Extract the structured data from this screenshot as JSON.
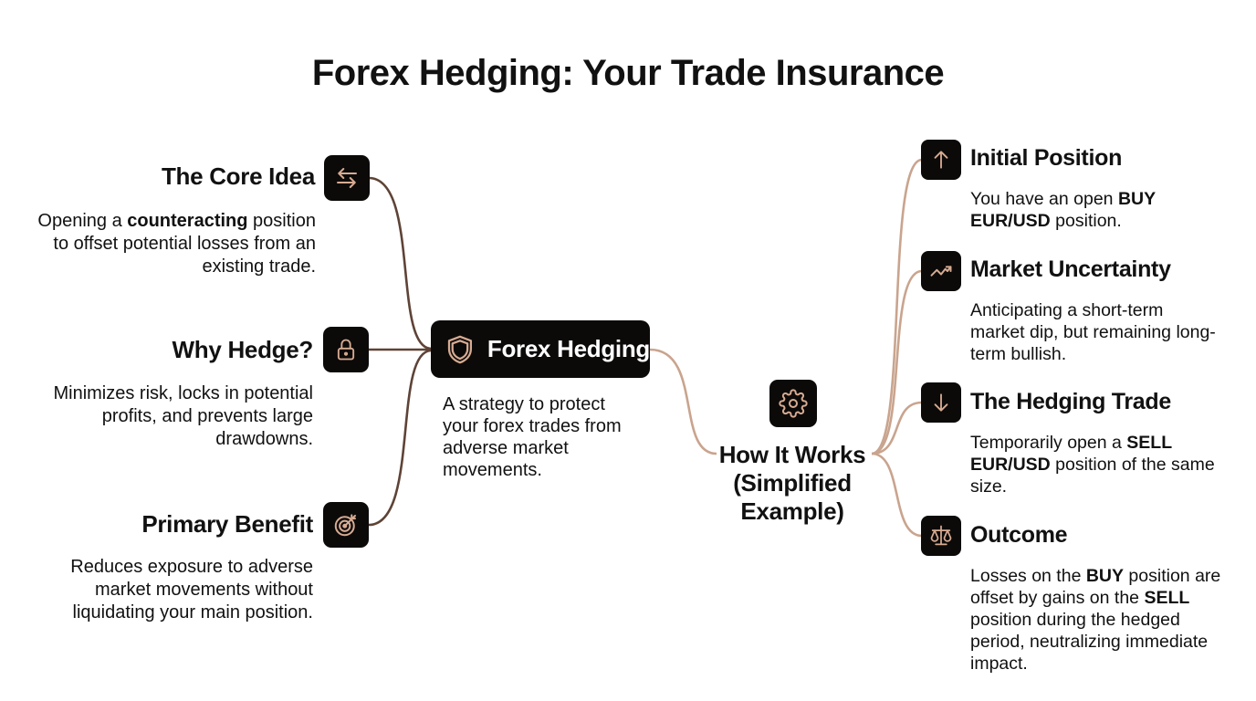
{
  "title": "Forex Hedging: Your Trade Insurance",
  "center": {
    "label": "Forex Hedging",
    "description": "A strategy to protect your forex trades from adverse market movements.",
    "icon": "shield-icon"
  },
  "left_nodes": [
    {
      "heading": "The Core Idea",
      "icon": "arrows-swap-icon",
      "description": [
        {
          "text": "Opening a "
        },
        {
          "text": "counteracting",
          "bold": true
        },
        {
          "text": " position to offset potential losses from an existing trade."
        }
      ]
    },
    {
      "heading": "Why Hedge?",
      "icon": "lock-icon",
      "description": [
        {
          "text": "Minimizes risk, locks in potential profits, and prevents large drawdowns."
        }
      ]
    },
    {
      "heading": "Primary Benefit",
      "icon": "target-icon",
      "description": [
        {
          "text": "Reduces exposure to adverse market movements without liquidating your main position."
        }
      ]
    }
  ],
  "how_it_works": {
    "label": "How It Works (Simplified Example)",
    "icon": "gear-icon"
  },
  "steps": [
    {
      "heading": "Initial Position",
      "icon": "arrow-up-icon",
      "description": [
        {
          "text": "You have an open "
        },
        {
          "text": "BUY EUR/USD",
          "bold": true
        },
        {
          "text": " position."
        }
      ]
    },
    {
      "heading": "Market Uncertainty",
      "icon": "trend-icon",
      "description": [
        {
          "text": "Anticipating a short-term market dip, but remaining long-term bullish."
        }
      ]
    },
    {
      "heading": "The Hedging Trade",
      "icon": "arrow-down-icon",
      "description": [
        {
          "text": "Temporarily open a "
        },
        {
          "text": "SELL EUR/USD",
          "bold": true
        },
        {
          "text": " position of the same size."
        }
      ]
    },
    {
      "heading": "Outcome",
      "icon": "scales-icon",
      "description": [
        {
          "text": "Losses on the "
        },
        {
          "text": "BUY",
          "bold": true
        },
        {
          "text": " position are offset by gains on the "
        },
        {
          "text": "SELL",
          "bold": true
        },
        {
          "text": " position during the hedged period, neutralizing immediate impact."
        }
      ]
    }
  ],
  "colors": {
    "dark_link": "#5e4336",
    "light_link": "#c9a48e",
    "icon_stroke": "#d7ab92",
    "node_bg": "#0c0a09"
  }
}
